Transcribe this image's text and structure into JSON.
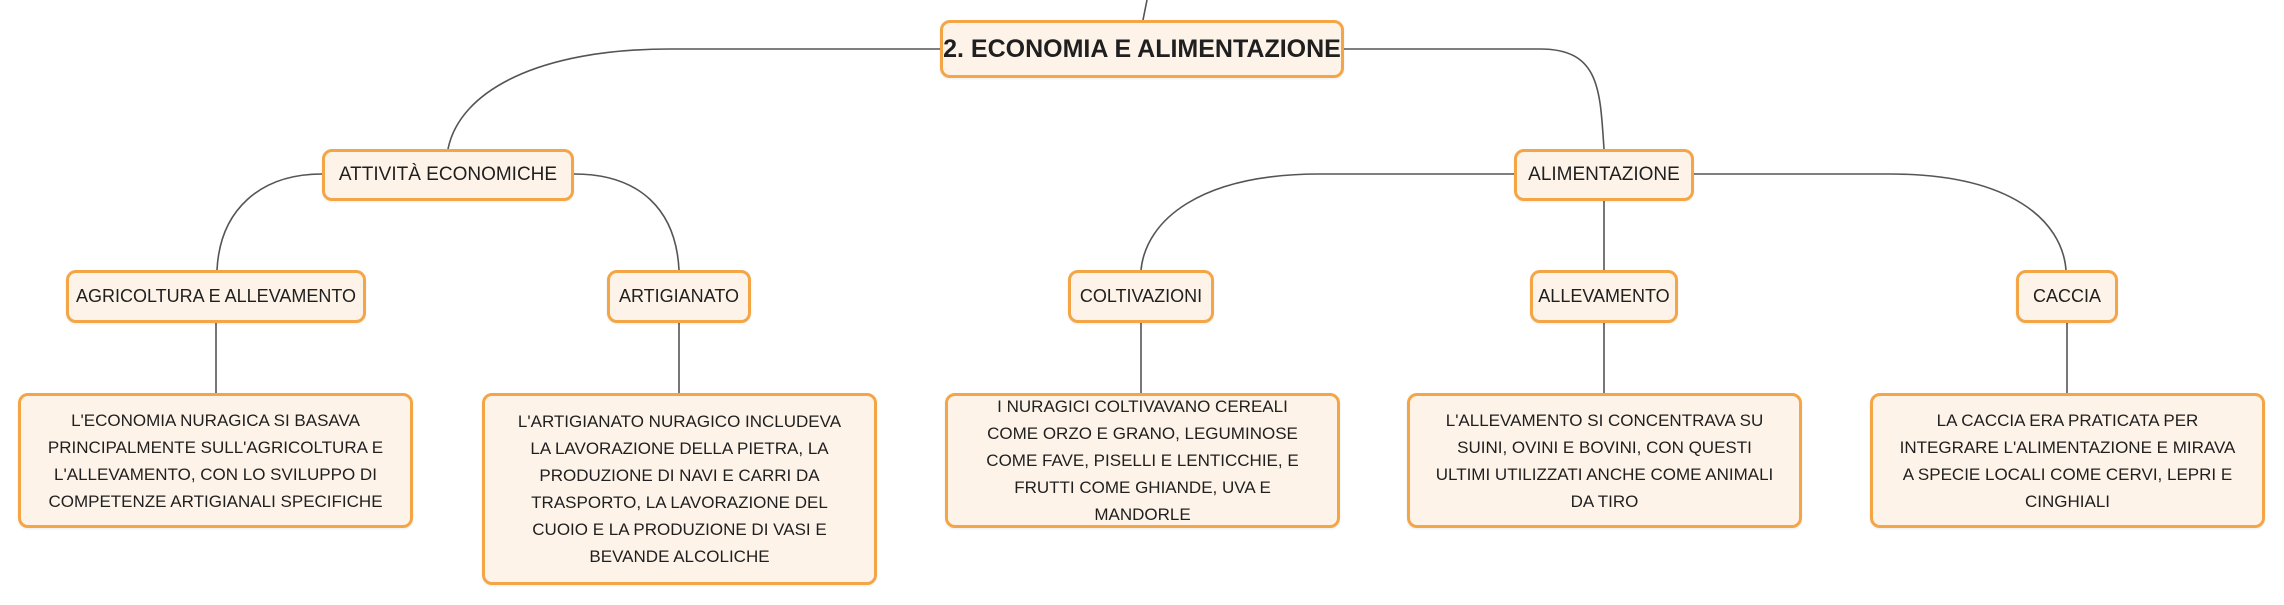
{
  "root": {
    "label": "2. ECONOMIA E ALIMENTAZIONE"
  },
  "attivita": {
    "label": "ATTIVITÀ ECONOMICHE",
    "agricoltura": {
      "label": "AGRICOLTURA E ALLEVAMENTO",
      "text": "L'ECONOMIA NURAGICA SI BASAVA PRINCIPALMENTE SULL'AGRICOLTURA E L'ALLEVAMENTO, CON LO SVILUPPO DI COMPETENZE ARTIGIANALI SPECIFICHE"
    },
    "artigianato": {
      "label": "ARTIGIANATO",
      "text": "L'ARTIGIANATO NURAGICO INCLUDEVA LA LAVORAZIONE DELLA PIETRA, LA PRODUZIONE DI NAVI E CARRI DA TRASPORTO, LA LAVORAZIONE DEL CUOIO E LA PRODUZIONE DI VASI E BEVANDE ALCOLICHE"
    }
  },
  "alimentazione": {
    "label": "ALIMENTAZIONE",
    "coltivazioni": {
      "label": "COLTIVAZIONI",
      "text": "I NURAGICI COLTIVAVANO CEREALI COME ORZO E GRANO, LEGUMINOSE COME FAVE, PISELLI E LENTICCHIE, E FRUTTI COME GHIANDE, UVA E MANDORLE"
    },
    "allevamento": {
      "label": "ALLEVAMENTO",
      "text": "L'ALLEVAMENTO SI CONCENTRAVA SU SUINI, OVINI E BOVINI, CON QUESTI ULTIMI UTILIZZATI ANCHE COME ANIMALI DA TIRO"
    },
    "caccia": {
      "label": "CACCIA",
      "text": "LA CACCIA ERA PRATICATA PER INTEGRARE L'ALIMENTAZIONE E MIRAVA A SPECIE LOCALI COME CERVI, LEPRI E CINGHIALI"
    }
  },
  "colors": {
    "border": "#f4a545",
    "fill": "#fdf3e9",
    "line": "#555555"
  }
}
